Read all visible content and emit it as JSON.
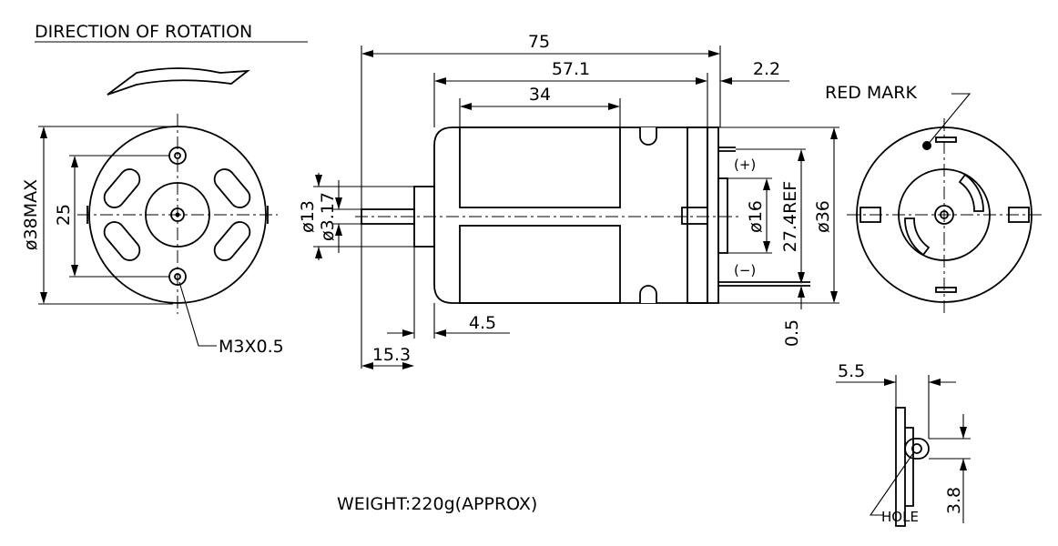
{
  "title": "DIRECTION OF ROTATION",
  "labels": {
    "red_mark": "RED MARK",
    "screw": "M3X0.5",
    "plus": "(+)",
    "minus": "(−)",
    "hole": "HOLE",
    "weight": "WEIGHT:220g(APPROX)"
  },
  "dimensions": {
    "overall_length": "75",
    "body_length": "57.1",
    "terminal_offset": "2.2",
    "magnet_length": "34",
    "body_diameter_max": "ø38MAX",
    "hole_spacing": "25",
    "boss_diameter": "ø13",
    "shaft_diameter": "ø3.17",
    "bearing_diameter": "ø16",
    "terminal_spacing": "27.4REF",
    "endcap_diameter": "ø36",
    "boss_length": "4.5",
    "shaft_length": "15.3",
    "terminal_thickness": "0.5",
    "terminal_width": "5.5",
    "hole_size": "3.8"
  }
}
